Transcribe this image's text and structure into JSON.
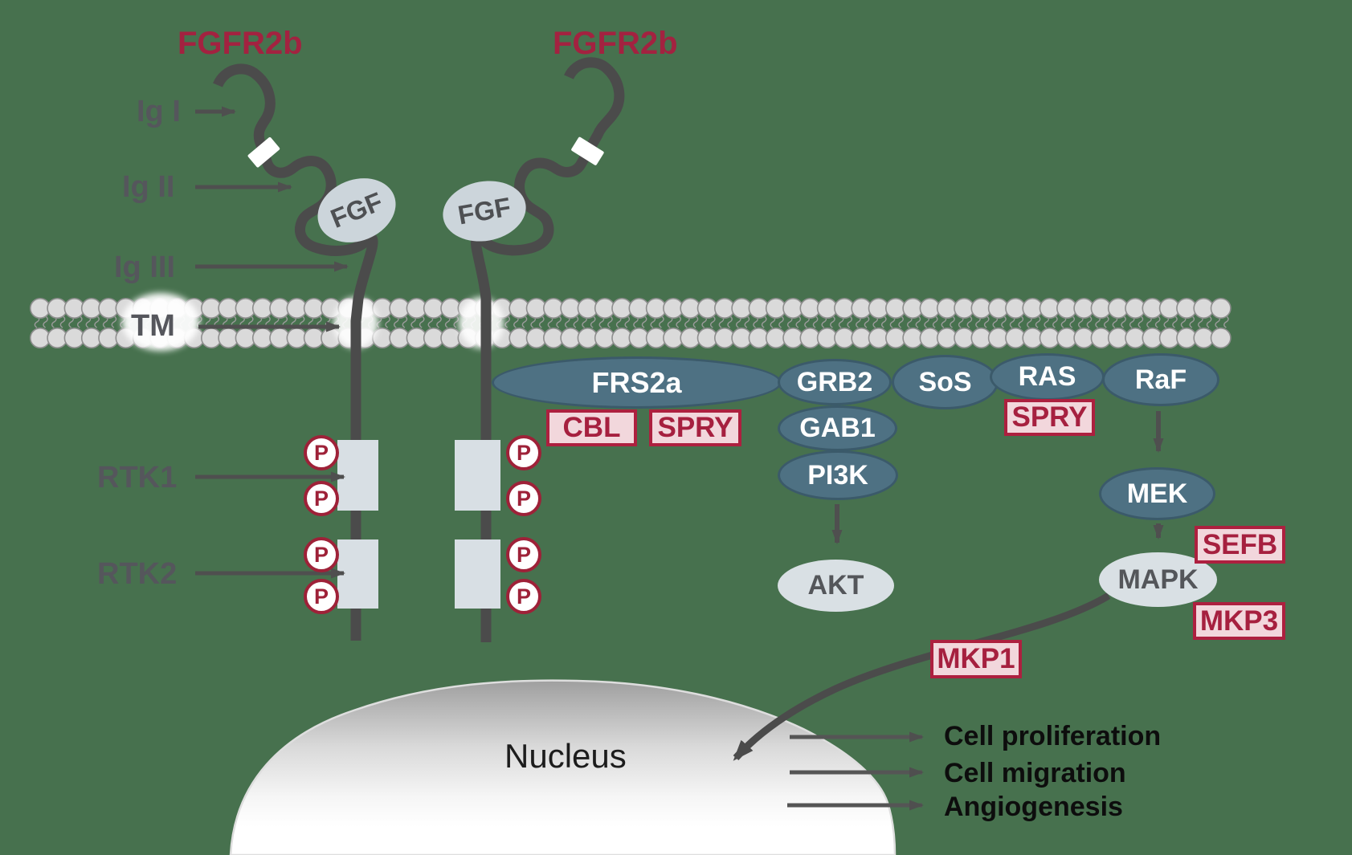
{
  "titles": {
    "receptor_left": "FGFR2b",
    "receptor_right": "FGFR2b"
  },
  "labels": {
    "ig1": "Ig I",
    "ig2": "Ig II",
    "ig3": "Ig III",
    "tm": "TM",
    "rtk1": "RTK1",
    "rtk2": "RTK2"
  },
  "ligand": {
    "fgf_left": "FGF",
    "fgf_right": "FGF"
  },
  "phospho": {
    "label": "P"
  },
  "nodes": {
    "frs2a": "FRS2a",
    "grb2": "GRB2",
    "gab1": "GAB1",
    "pi3k": "PI3K",
    "sos": "SoS",
    "ras": "RAS",
    "raf": "RaF",
    "mek": "MEK",
    "mapk": "MAPK",
    "akt": "AKT"
  },
  "inhibitors": {
    "cbl": "CBL",
    "spry_frs2a": "SPRY",
    "spry_ras": "SPRY",
    "sefb": "SEFB",
    "mkp3": "MKP3",
    "mkp1": "MKP1"
  },
  "nucleus": {
    "label": "Nucleus"
  },
  "outcomes": {
    "o1": "Cell proliferation",
    "o2": "Cell migration",
    "o3": "Angiogenesis"
  },
  "colors": {
    "background": "#47714e",
    "receptor_title": "#a32240",
    "gray_label": "#55565c",
    "line_gray": "#4b4b4b",
    "node_dark_fill": "#4e7183",
    "node_dark_border": "#3b5a6a",
    "node_light_fill": "#d9e0e4",
    "inhibitor_fill": "#f2d7dc",
    "inhibitor_border": "#ad203f",
    "phospho_red": "#9e2138",
    "membrane_head": "#dadada",
    "fgf_fill": "#ccd5db"
  }
}
